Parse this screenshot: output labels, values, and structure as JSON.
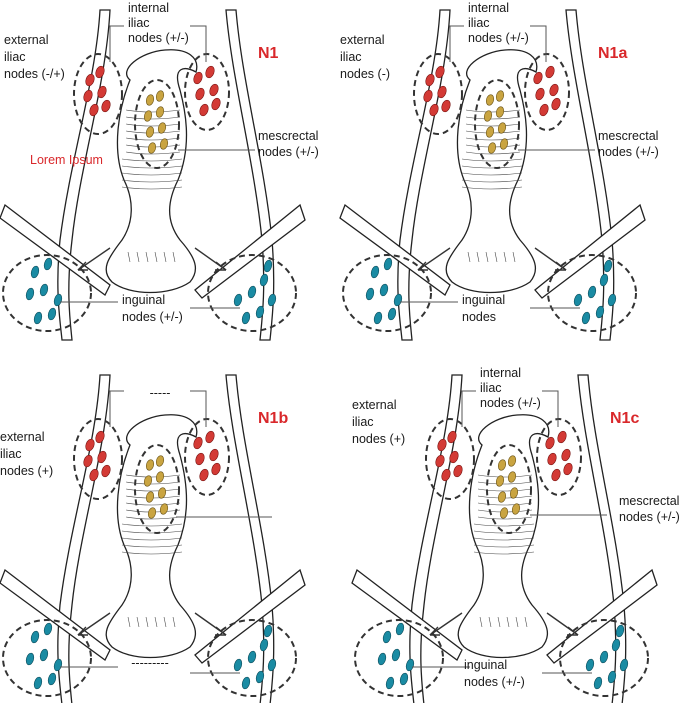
{
  "panels": [
    {
      "title": "N1",
      "labels": {
        "internal": [
          "internal",
          "iliac",
          "nodes (+/-)"
        ],
        "external": [
          "external",
          "iliac",
          "nodes (-/+)"
        ],
        "mesorectal": [
          "mescrectal",
          "nodes (+/-)"
        ],
        "inguinal": [
          "inguinal",
          "nodes (+/-)"
        ],
        "extra": "Lorem Ipsum"
      },
      "external_color": "#1a1a1a"
    },
    {
      "title": "N1a",
      "labels": {
        "internal": [
          "internal",
          "iliac",
          "nodes (+/-)"
        ],
        "external": [
          "external",
          "iliac",
          "nodes (-)"
        ],
        "mesorectal": [
          "mescrectal",
          "nodes (+/-)"
        ],
        "inguinal": [
          "inguinal",
          "nodes"
        ]
      },
      "external_color": "#d9282b"
    },
    {
      "title": "N1b",
      "labels": {
        "internal": [
          "-----"
        ],
        "external": [
          "external",
          "iliac",
          "nodes (+)"
        ],
        "mesorectal": [],
        "inguinal": [
          "---------"
        ]
      },
      "external_color": "#d9282b"
    },
    {
      "title": "N1c",
      "labels": {
        "internal": [
          "internal",
          "iliac",
          "nodes (+/-)"
        ],
        "external": [
          "external",
          "iliac",
          "nodes (+)"
        ],
        "mesorectal": [
          "mescrectal",
          "nodes (+/-)"
        ],
        "inguinal": [
          "inguinal",
          "nodes (+/-)"
        ]
      },
      "external_color": "#d9282b"
    }
  ],
  "colors": {
    "pelvic_node": "#d33a35",
    "mesorectal_node": "#c9a441",
    "inguinal_node": "#1a8ba3",
    "title": "#d9282b"
  }
}
